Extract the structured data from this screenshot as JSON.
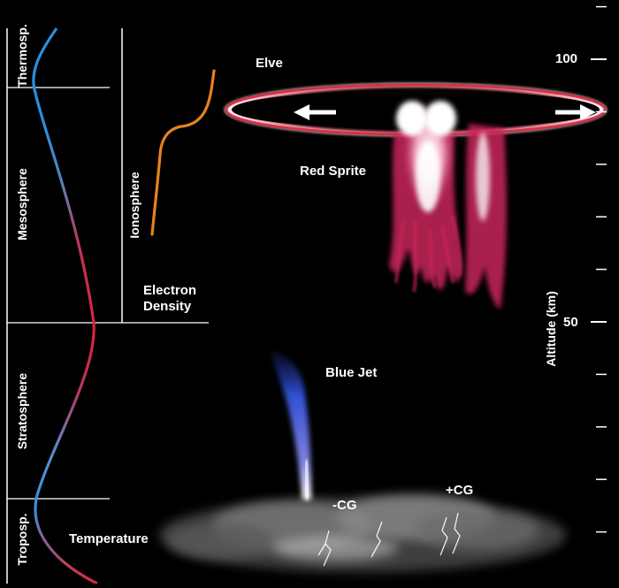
{
  "layers": [
    {
      "key": "thermosphere",
      "label": "Thermosp."
    },
    {
      "key": "mesosphere",
      "label": "Mesosphere"
    },
    {
      "key": "stratosphere",
      "label": "Stratosphere"
    },
    {
      "key": "troposphere",
      "label": "Troposp."
    }
  ],
  "left_panel": {
    "temperature_label": "Temperature",
    "ionosphere_label": "Ionosphere",
    "electron_density_line1": "Electron",
    "electron_density_line2": "Density"
  },
  "phenomena": {
    "elve": "Elve",
    "red_sprite": "Red Sprite",
    "blue_jet": "Blue Jet",
    "negative_cg": "-CG",
    "positive_cg": "+CG"
  },
  "altitude_axis": {
    "label": "Altitude (km)",
    "labeled_ticks": [
      "100",
      "50"
    ]
  },
  "colors": {
    "background": "#000000",
    "cold": "#2a8fe0",
    "warm": "#d8243c",
    "electron_density_curve": "#e8821e",
    "sprite": "#c8285a",
    "blue_jet": "#3a5fd8"
  }
}
